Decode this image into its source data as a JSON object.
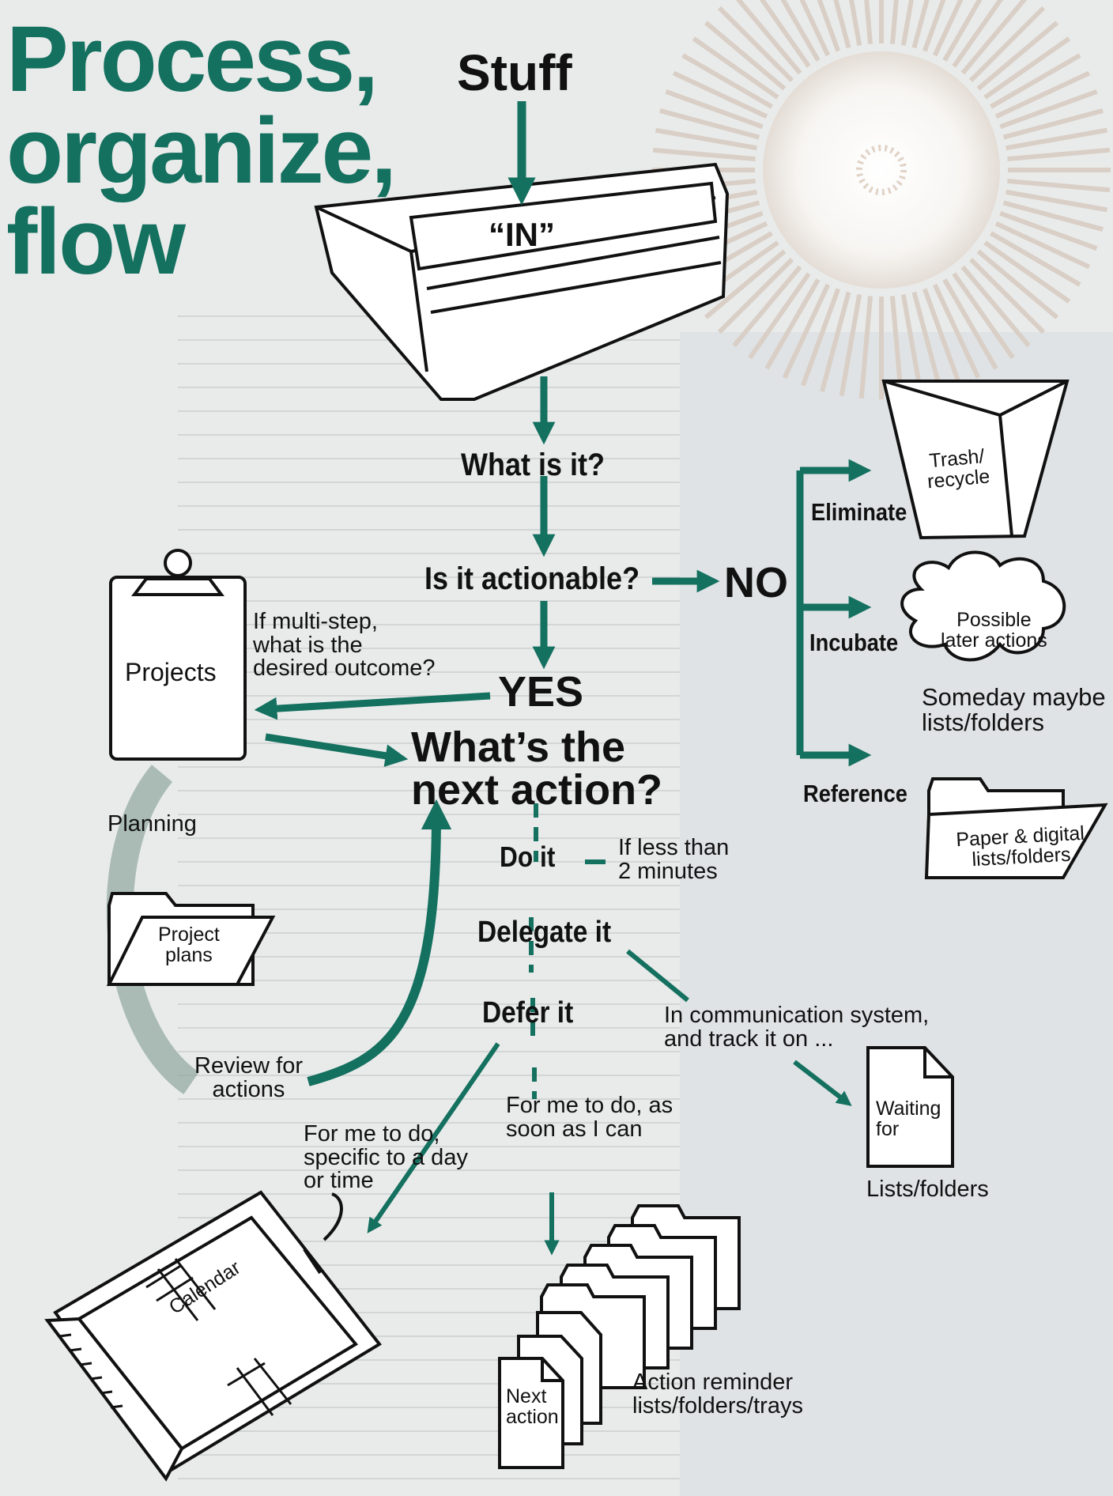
{
  "title": {
    "line1": "Process,",
    "line2": "organize,",
    "line3": "flow"
  },
  "stuff": "Stuff",
  "in_tray": "“IN”",
  "questions": {
    "what_is_it": "What is it?",
    "is_it_actionable": "Is it actionable?",
    "no": "NO",
    "yes": "YES",
    "next_action_line1": "What’s the",
    "next_action_line2": "next action?"
  },
  "non_actionable": {
    "eliminate": "Eliminate",
    "incubate": "Incubate",
    "reference": "Reference",
    "trash_line1": "Trash/",
    "trash_line2": "recycle",
    "possible_line1": "Possible",
    "possible_line2": "later actions",
    "someday_line1": "Someday maybe",
    "someday_line2": "lists/folders",
    "paper_line1": "Paper & digital",
    "paper_line2": "lists/folders"
  },
  "projects": {
    "projects": "Projects",
    "multi_step_line1": "If multi-step,",
    "multi_step_line2": "what is the",
    "multi_step_line3": "desired outcome?",
    "planning": "Planning",
    "project_plans_line1": "Project",
    "project_plans_line2": "plans",
    "review_line1": "Review for",
    "review_line2": "actions"
  },
  "actions": {
    "do_it": "Do it",
    "less_than_line1": "If less than",
    "less_than_line2": "2 minutes",
    "delegate_it": "Delegate it",
    "defer_it": "Defer it",
    "communication_line1": "In communication system,",
    "communication_line2": "and track it on ...",
    "waiting_line1": "Waiting",
    "waiting_line2": "for",
    "lists_folders": "Lists/folders",
    "specific_line1": "For me to do,",
    "specific_line2": "specific to a day",
    "specific_line3": "or time",
    "asap_line1": "For me to do, as",
    "asap_line2": "soon as I can",
    "calendar": "Calendar",
    "next_action_card_line1": "Next",
    "next_action_card_line2": "action",
    "reminder_line1": "Action reminder",
    "reminder_line2": "lists/folders/trays"
  },
  "colors": {
    "teal": "#14705f",
    "ink": "#111111",
    "paper": "#ffffff"
  }
}
